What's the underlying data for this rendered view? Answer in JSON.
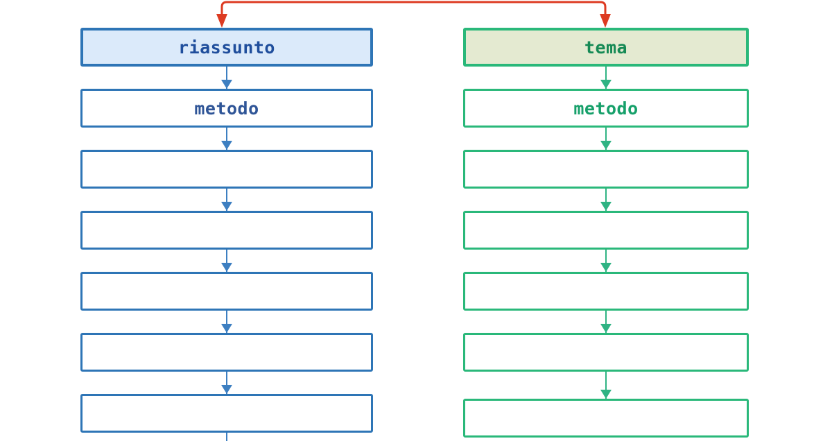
{
  "diagram": {
    "type": "flowchart",
    "orientation": "two-parallel-vertical-chains",
    "background_color": "#ffffff",
    "connector": {
      "name": "split-connector",
      "color": "#dd3b22",
      "shape": "inverted-U",
      "description": "A red line running across the top that splits and points down with arrowheads into both column headers"
    },
    "columns": [
      {
        "id": "riassunto",
        "accent_color": "#2e75b6",
        "arrow_color": "#3d7fc1",
        "header_fill": "#dbeafa",
        "header_text_color": "#1f4e9c",
        "body_text_color": "#2f5597",
        "nodes": [
          {
            "label": "riassunto",
            "style": "header"
          },
          {
            "label": "metodo",
            "style": "plain"
          },
          {
            "label": "",
            "style": "plain"
          },
          {
            "label": "",
            "style": "plain"
          },
          {
            "label": "",
            "style": "plain"
          },
          {
            "label": "",
            "style": "plain"
          },
          {
            "label": "",
            "style": "plain"
          }
        ]
      },
      {
        "id": "tema",
        "accent_color": "#2ab87a",
        "arrow_color": "#2fb383",
        "header_fill": "#e4ead1",
        "header_text_color": "#168a55",
        "body_text_color": "#16a06a",
        "nodes": [
          {
            "label": "tema",
            "style": "header"
          },
          {
            "label": "metodo",
            "style": "plain"
          },
          {
            "label": "",
            "style": "plain"
          },
          {
            "label": "",
            "style": "plain"
          },
          {
            "label": "",
            "style": "plain"
          },
          {
            "label": "",
            "style": "plain"
          },
          {
            "label": "",
            "style": "plain"
          }
        ]
      }
    ]
  }
}
